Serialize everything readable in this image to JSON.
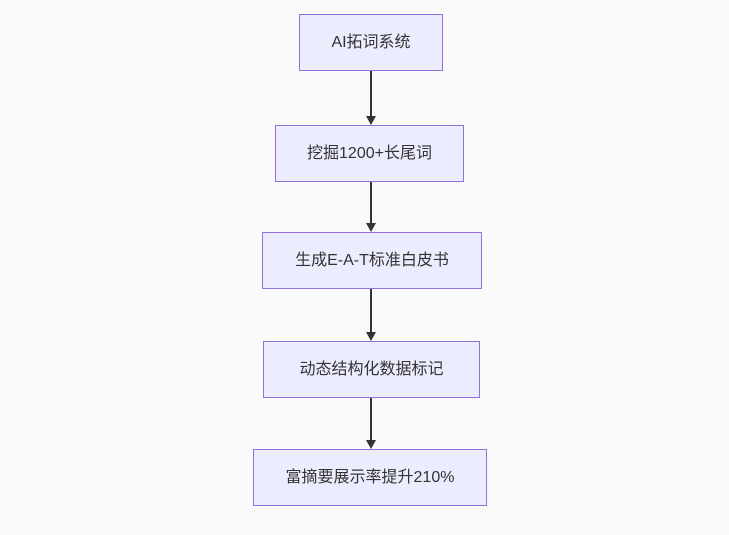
{
  "diagram": {
    "type": "flowchart",
    "direction": "top-down",
    "nodes": [
      {
        "label": "AI拓词系统"
      },
      {
        "label": "挖掘1200+长尾词"
      },
      {
        "label": "生成E-A-T标准白皮书"
      },
      {
        "label": "动态结构化数据标记"
      },
      {
        "label": "富摘要展示率提升210%"
      }
    ],
    "edges": [
      {
        "from": "AI拓词系统",
        "to": "挖掘1200+长尾词"
      },
      {
        "from": "挖掘1200+长尾词",
        "to": "生成E-A-T标准白皮书"
      },
      {
        "from": "生成E-A-T标准白皮书",
        "to": "动态结构化数据标记"
      },
      {
        "from": "动态结构化数据标记",
        "to": "富摘要展示率提升210%"
      }
    ],
    "colors": {
      "background": "#fafafa",
      "node_fill": "#ececff",
      "node_border": "#9370db",
      "arrow": "#333333",
      "text": "#333333"
    }
  }
}
